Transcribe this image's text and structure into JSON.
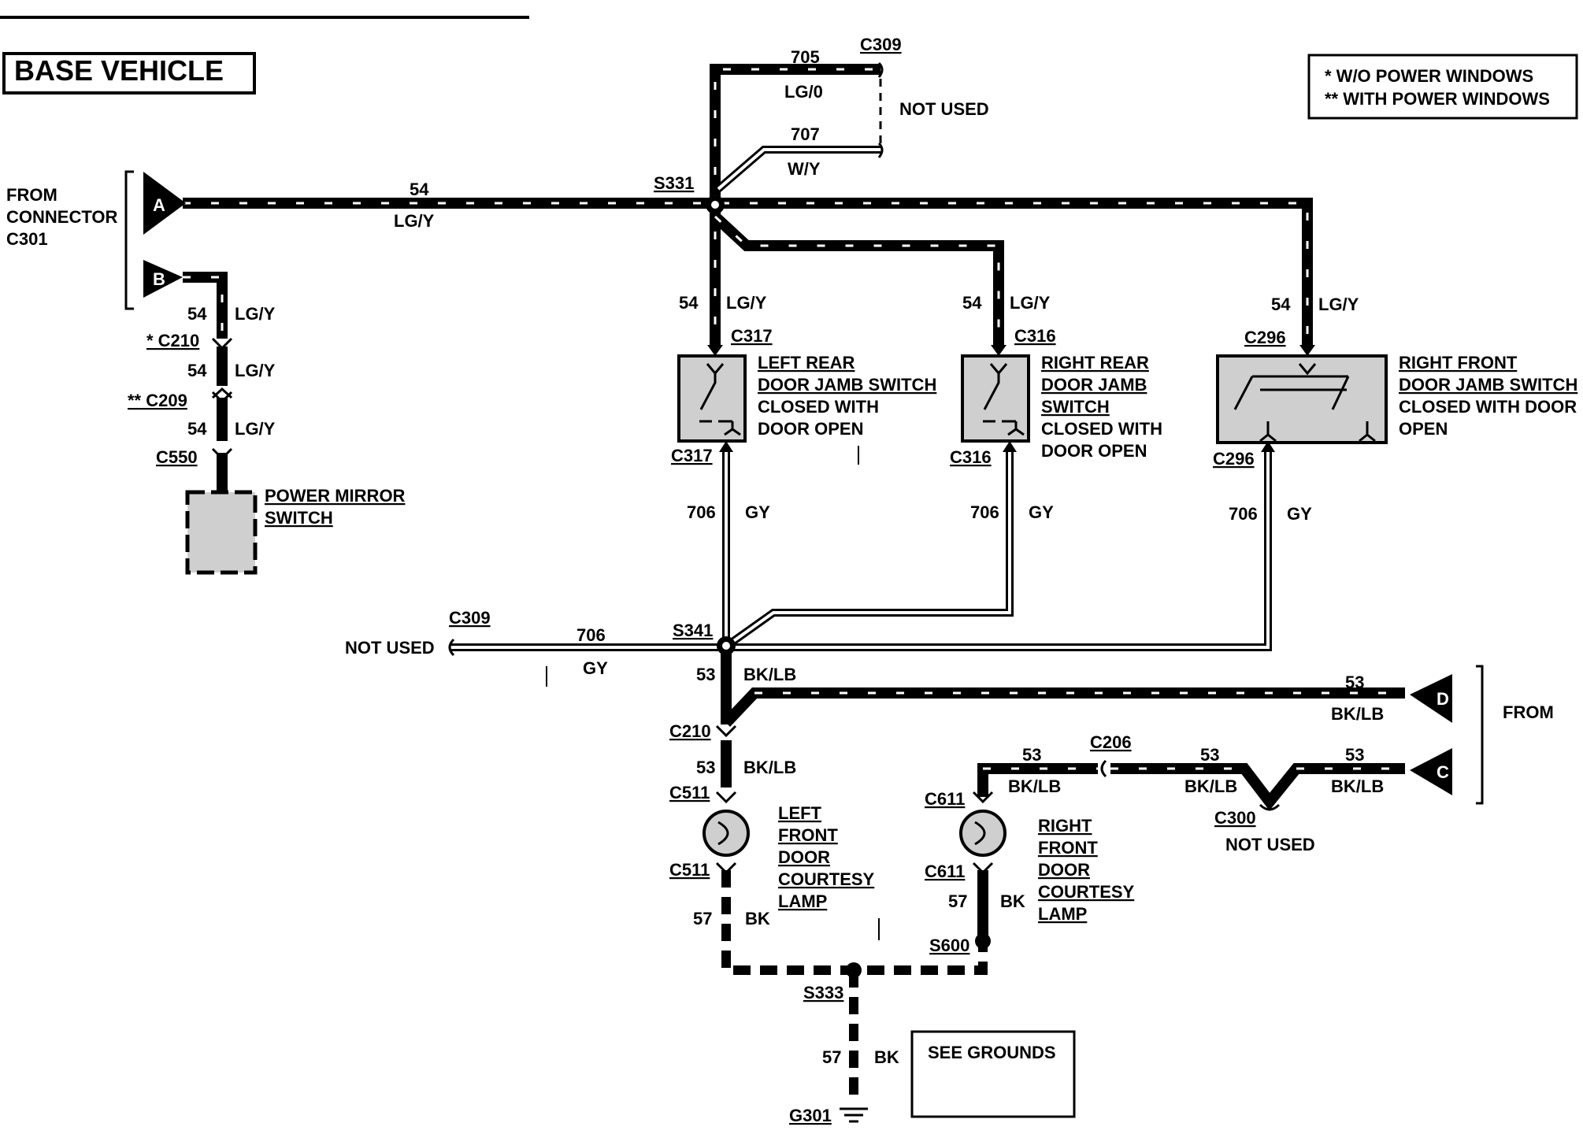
{
  "title": "BASE VEHICLE",
  "legend": {
    "line1": "*   W/O POWER WINDOWS",
    "line2": "**  WITH POWER WINDOWS"
  },
  "source_left": {
    "line1": "FROM",
    "line2": "CONNECTOR",
    "line3": "C301",
    "pin_a": "A",
    "pin_b": "B"
  },
  "source_right": {
    "label": "FROM",
    "pin_d": "D",
    "pin_c": "C"
  },
  "circuits": {
    "c54": "54",
    "lgy": "LG/Y",
    "c705": "705",
    "lgo": "LG/0",
    "c707": "707",
    "wy": "W/Y",
    "c706": "706",
    "gy": "GY",
    "c53": "53",
    "bklb": "BK/LB",
    "c57": "57",
    "bk": "BK"
  },
  "connectors": {
    "c309": "C309",
    "c317": "C317",
    "c316": "C316",
    "c296": "C296",
    "c210_star": "* C210",
    "c209_star": "**  C209",
    "c550": "C550",
    "c210": "C210",
    "c511": "C511",
    "c611": "C611",
    "c206": "C206",
    "c300": "C300"
  },
  "splices": {
    "s331": "S331",
    "s341": "S341",
    "s333": "S333",
    "s600": "S600"
  },
  "ground": "G301",
  "not_used": "NOT USED",
  "components": {
    "lr_switch": {
      "l1": "LEFT REAR",
      "l2": "DOOR JAMB SWITCH",
      "l3": "CLOSED WITH",
      "l4": "DOOR OPEN"
    },
    "rr_switch": {
      "l1": "RIGHT REAR",
      "l2": "DOOR JAMB",
      "l3": "SWITCH",
      "l4": "CLOSED WITH",
      "l5": "DOOR OPEN"
    },
    "rf_switch": {
      "l1": "RIGHT FRONT",
      "l2": "DOOR JAMB SWITCH",
      "l3": "CLOSED WITH DOOR",
      "l4": "OPEN"
    },
    "mirror": {
      "l1": "POWER MIRROR",
      "l2": "SWITCH"
    },
    "lf_lamp": {
      "l1": "LEFT",
      "l2": "FRONT",
      "l3": "DOOR",
      "l4": "COURTESY",
      "l5": "LAMP"
    },
    "rf_lamp": {
      "l1": "RIGHT",
      "l2": "FRONT",
      "l3": "DOOR",
      "l4": "COURTESY",
      "l5": "LAMP"
    },
    "see_grounds": "SEE GROUNDS"
  }
}
